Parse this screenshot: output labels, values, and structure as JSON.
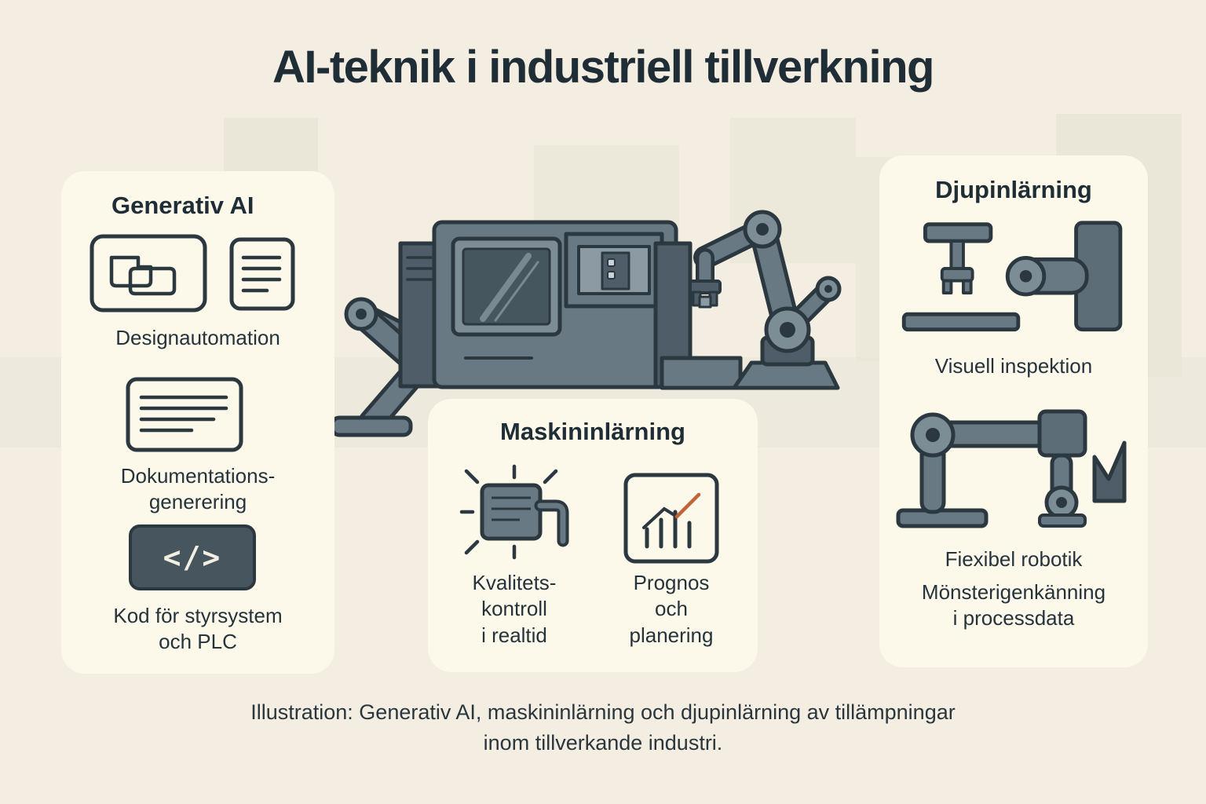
{
  "title": "AI-teknik i industriell tillverkning",
  "caption": "Illustration: Generativ AI, maskininlärning och djupinlärning av tillämpningar\ninom tillverkande industri.",
  "panels": {
    "generativ": {
      "title": "Generativ AI",
      "item1": "Designautomation",
      "item2": "Dokumentations-\ngenerering",
      "item3": "Kod för styrsystem\noch PLC",
      "code_glyph": "</>"
    },
    "maskininlarning": {
      "title": "Maskininlärning",
      "item1": "Kvalitets-\nkontroll\ni realtid",
      "item2": "Prognos\noch\nplanering"
    },
    "djupinlarning": {
      "title": "Djupinlärning",
      "item1": "Visuell inspektion",
      "item2": "Fiexibel robotik",
      "item3": "Mönsterigenkänning\ni processdata"
    }
  },
  "icons": {
    "generativ": [
      "design-parts-icon",
      "document-icon",
      "document-lines-icon",
      "code-icon"
    ],
    "maskininlarning": [
      "chip-icon",
      "chart-growth-icon"
    ],
    "djupinlarning": [
      "inspection-robot-icon",
      "robot-arm-graph-icon"
    ]
  },
  "colors": {
    "page_bg": "#f3eee1",
    "panel_bg": "#fcf8ea",
    "ink": "#2b3840",
    "slate_mid": "#687983",
    "slate_dark": "#4e5d67",
    "accent_arrow": "#c2643a"
  }
}
